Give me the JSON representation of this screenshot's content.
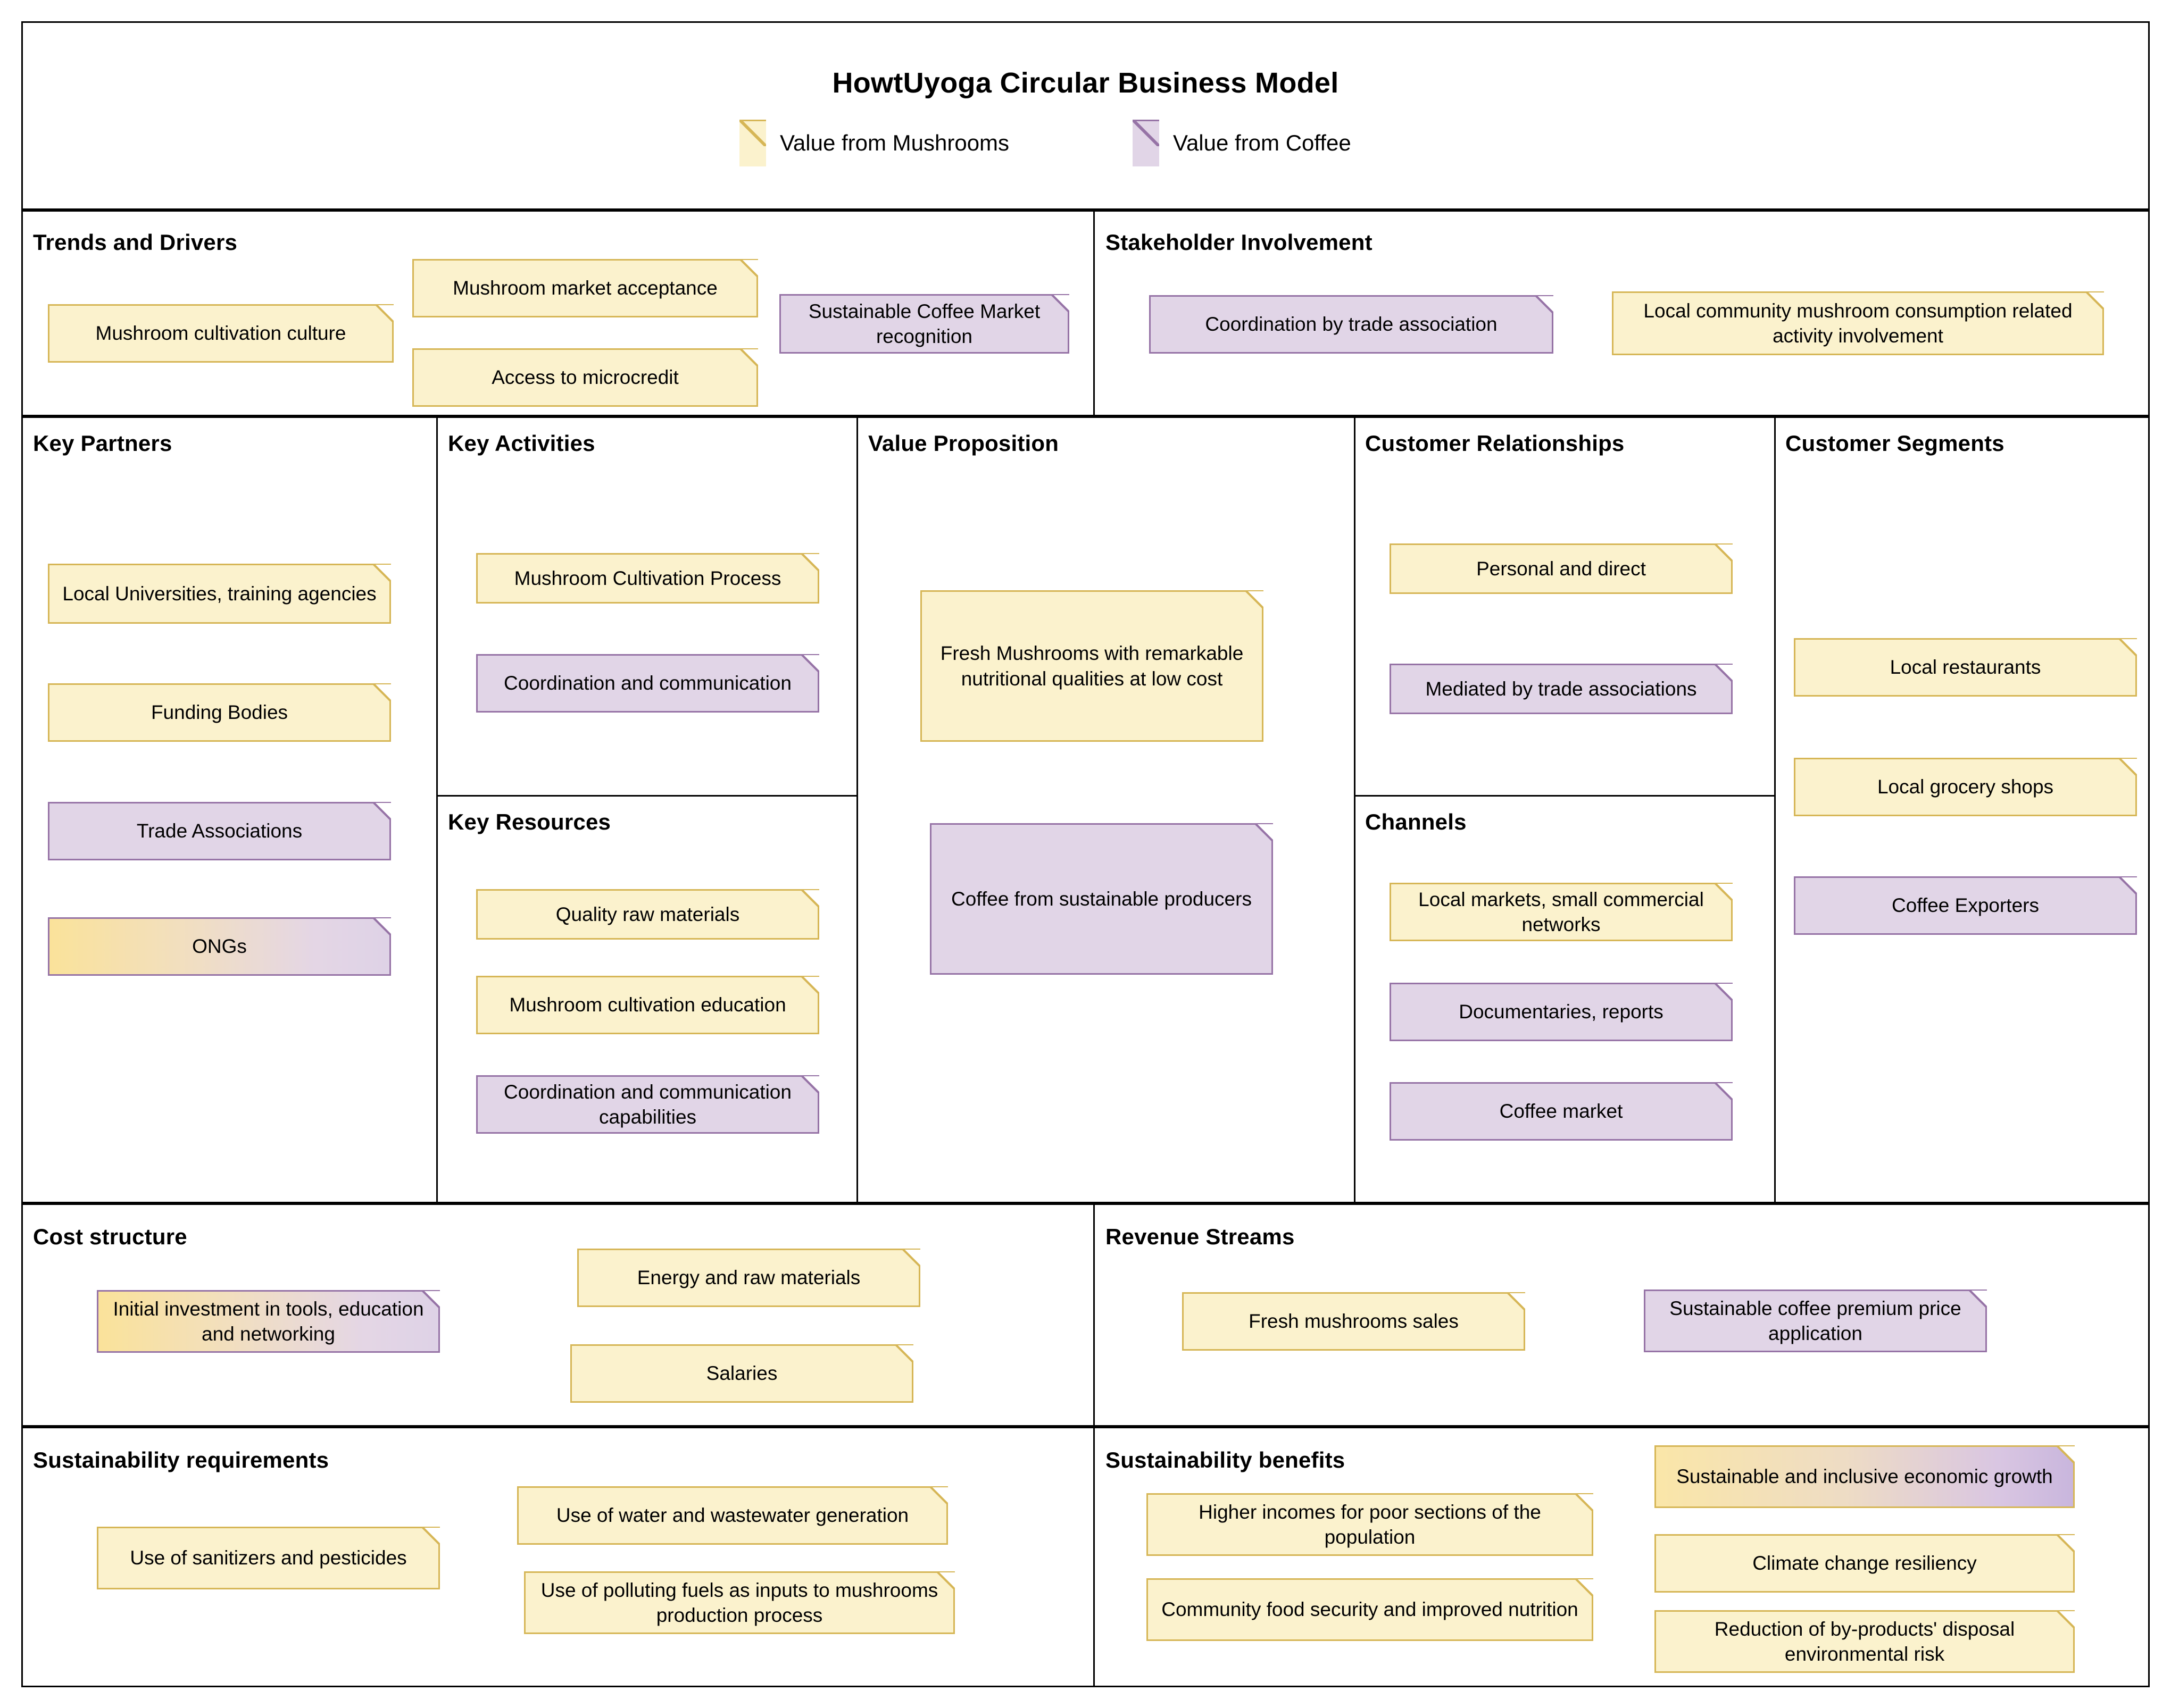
{
  "header": {
    "title": "HowtUyoga Circular Business Model",
    "legend": [
      {
        "label": "Value from Mushrooms",
        "type": "mushroom",
        "color": "#fbf2cd",
        "border": "#d6b656"
      },
      {
        "label": "Value from Coffee",
        "type": "coffee",
        "color": "#e1d5e7",
        "border": "#9673a6"
      }
    ]
  },
  "sections": {
    "trends_and_drivers": {
      "title": "Trends and Drivers",
      "notes": [
        {
          "text": "Mushroom cultivation culture",
          "type": "mushroom"
        },
        {
          "text": "Mushroom market acceptance",
          "type": "mushroom"
        },
        {
          "text": "Access to microcredit",
          "type": "mushroom"
        },
        {
          "text": "Sustainable Coffee Market recognition",
          "type": "coffee"
        }
      ]
    },
    "stakeholder_involvement": {
      "title": "Stakeholder Involvement",
      "notes": [
        {
          "text": "Coordination by trade association",
          "type": "coffee"
        },
        {
          "text": "Local community mushroom consumption related activity involvement",
          "type": "mushroom"
        }
      ]
    },
    "key_partners": {
      "title": "Key Partners",
      "notes": [
        {
          "text": "Local Universities, training agencies",
          "type": "mushroom"
        },
        {
          "text": "Funding Bodies",
          "type": "mushroom"
        },
        {
          "text": "Trade Associations",
          "type": "coffee"
        },
        {
          "text": "ONGs",
          "type": "dual-coffee-border"
        }
      ]
    },
    "key_activities": {
      "title": "Key Activities",
      "notes": [
        {
          "text": "Mushroom Cultivation Process",
          "type": "mushroom"
        },
        {
          "text": "Coordination and communication",
          "type": "coffee"
        }
      ]
    },
    "key_resources": {
      "title": "Key Resources",
      "notes": [
        {
          "text": "Quality raw materials",
          "type": "mushroom"
        },
        {
          "text": "Mushroom cultivation education",
          "type": "mushroom"
        },
        {
          "text": "Coordination and communication capabilities",
          "type": "coffee"
        }
      ]
    },
    "value_proposition": {
      "title": "Value Proposition",
      "notes": [
        {
          "text": "Fresh Mushrooms with remarkable nutritional qualities at low cost",
          "type": "mushroom"
        },
        {
          "text": "Coffee from sustainable producers",
          "type": "coffee"
        }
      ]
    },
    "customer_relationships": {
      "title": "Customer Relationships",
      "notes": [
        {
          "text": "Personal and direct",
          "type": "mushroom"
        },
        {
          "text": "Mediated by trade associations",
          "type": "coffee"
        }
      ]
    },
    "channels": {
      "title": "Channels",
      "notes": [
        {
          "text": "Local markets, small commercial networks",
          "type": "mushroom"
        },
        {
          "text": "Documentaries, reports",
          "type": "coffee"
        },
        {
          "text": "Coffee market",
          "type": "coffee"
        }
      ]
    },
    "customer_segments": {
      "title": "Customer Segments",
      "notes": [
        {
          "text": "Local restaurants",
          "type": "mushroom"
        },
        {
          "text": "Local grocery shops",
          "type": "mushroom"
        },
        {
          "text": "Coffee Exporters",
          "type": "coffee"
        }
      ]
    },
    "cost_structure": {
      "title": "Cost structure",
      "notes": [
        {
          "text": "Initial investment in tools, education and networking",
          "type": "dual-coffee-border"
        },
        {
          "text": "Energy and raw materials",
          "type": "mushroom"
        },
        {
          "text": "Salaries",
          "type": "mushroom"
        }
      ]
    },
    "revenue_streams": {
      "title": "Revenue Streams",
      "notes": [
        {
          "text": "Fresh mushrooms sales",
          "type": "mushroom"
        },
        {
          "text": "Sustainable coffee premium price application",
          "type": "coffee"
        }
      ]
    },
    "sustainability_requirements": {
      "title": "Sustainability requirements",
      "notes": [
        {
          "text": "Use of sanitizers and pesticides",
          "type": "mushroom"
        },
        {
          "text": "Use of water and wastewater generation",
          "type": "mushroom"
        },
        {
          "text": "Use of polluting fuels as inputs to mushrooms production process",
          "type": "mushroom"
        }
      ]
    },
    "sustainability_benefits": {
      "title": "Sustainability benefits",
      "notes": [
        {
          "text": "Higher incomes for poor sections of the population",
          "type": "mushroom"
        },
        {
          "text": "Community food security and improved nutrition",
          "type": "mushroom"
        },
        {
          "text": "Sustainable and inclusive economic growth",
          "type": "dual-mushroom-border"
        },
        {
          "text": "Climate change resiliency",
          "type": "mushroom"
        },
        {
          "text": "Reduction of by-products' disposal environmental risk",
          "type": "mushroom"
        }
      ]
    }
  }
}
